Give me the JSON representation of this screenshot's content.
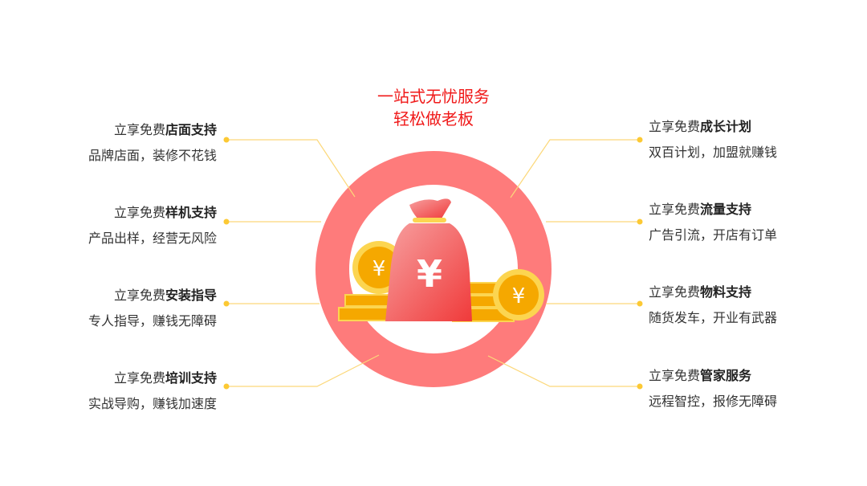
{
  "title": {
    "line1": "一站式无忧服务",
    "line2": "轻松做老板"
  },
  "left_items": [
    {
      "prefix": "立享免费",
      "highlight": "店面支持",
      "desc": "品牌店面，装修不花钱"
    },
    {
      "prefix": "立享免费",
      "highlight": "样机支持",
      "desc": "产品出样，经营无风险"
    },
    {
      "prefix": "立享免费",
      "highlight": "安装指导",
      "desc": "专人指导，赚钱无障碍"
    },
    {
      "prefix": "立享免费",
      "highlight": "培训支持",
      "desc": "实战导购，赚钱加速度"
    }
  ],
  "right_items": [
    {
      "prefix": "立享免费",
      "highlight": "成长计划",
      "desc": "双百计划，加盟就赚钱"
    },
    {
      "prefix": "立享免费",
      "highlight": "流量支持",
      "desc": "广告引流，开店有订单"
    },
    {
      "prefix": "立享免费",
      "highlight": "物料支持",
      "desc": "随货发车，开业有武器"
    },
    {
      "prefix": "立享免费",
      "highlight": "管家服务",
      "desc": "远程智控，报修无障碍"
    }
  ],
  "colors": {
    "title": "#f01818",
    "ring": "#fe7b7b",
    "line": "#fcd87a",
    "dot": "#fcc934",
    "coin": "#f5a800"
  },
  "icons": {
    "center": "money-bag-icon",
    "coins": "coin-stack-icon"
  }
}
